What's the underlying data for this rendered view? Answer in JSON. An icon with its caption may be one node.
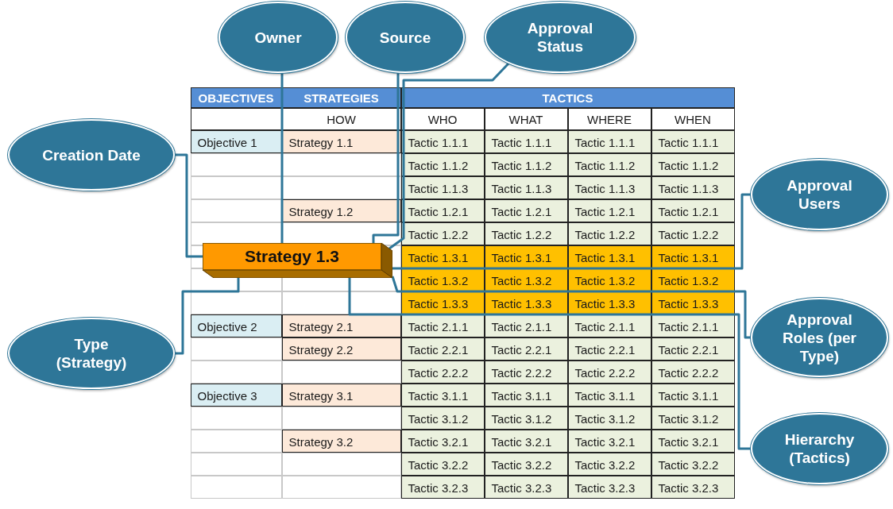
{
  "diagram": {
    "nodes": [
      {
        "text": [
          "Creation Date"
        ]
      },
      {
        "text": [
          "Owner"
        ]
      },
      {
        "text": [
          "Source"
        ]
      },
      {
        "text": [
          "Approval Status"
        ]
      },
      {
        "text": [
          "Approval Users"
        ]
      },
      {
        "text": [
          "Strategy 1.3"
        ]
      },
      {
        "text": [
          "Approval Roles (per Type)"
        ]
      },
      {
        "text": [
          "Type (Strategy)"
        ]
      },
      {
        "text": [
          "Hierarchy (Tactics)"
        ]
      }
    ],
    "edges": [
      {
        "from": 0,
        "to": 5,
        "arrow": "none"
      },
      {
        "from": 1,
        "to": 5,
        "arrow": "none"
      },
      {
        "from": 2,
        "to": 5,
        "arrow": "none"
      },
      {
        "from": 3,
        "to": 5,
        "arrow": "none"
      },
      {
        "from": 4,
        "to": 5,
        "arrow": "none"
      },
      {
        "from": 6,
        "to": 5,
        "arrow": "none"
      },
      {
        "from": 7,
        "to": 5,
        "arrow": "none"
      },
      {
        "from": 8,
        "to": 5,
        "arrow": "none"
      }
    ],
    "labels": [
      "OBJECTIVES",
      "STRATEGIES",
      "TACTICS",
      "HOW",
      "WHO",
      "WHAT",
      "WHERE",
      "WHEN",
      "Objective 1",
      "Strategy 1.1",
      "Tactic 1.1.1",
      "Tactic 1.1.1",
      "Tactic 1.1.1",
      "Tactic 1.1.1",
      "Tactic 1.1.2",
      "Tactic 1.1.2",
      "Tactic 1.1.2",
      "Tactic 1.1.2",
      "Tactic 1.1.3",
      "Tactic 1.1.3",
      "Tactic 1.1.3",
      "Tactic 1.1.3",
      "Strategy 1.2",
      "Tactic 1.2.1",
      "Tactic 1.2.1",
      "Tactic 1.2.1",
      "Tactic 1.2.1",
      "Tactic 1.2.2",
      "Tactic 1.2.2",
      "Tactic 1.2.2",
      "Tactic 1.2.2",
      "Tactic 1.3.1",
      "Tactic 1.3.1",
      "Tactic 1.3.1",
      "Tactic 1.3.1",
      "Tactic 1.3.2",
      "Tactic 1.3.2",
      "Tactic 1.3.2",
      "Tactic 1.3.2",
      "Tactic 1.3.3",
      "Tactic 1.3.3",
      "Tactic 1.3.3",
      "Tactic 1.3.3",
      "Objective 2",
      "Strategy 2.1",
      "Tactic 2.1.1",
      "Tactic 2.1.1",
      "Tactic 2.1.1",
      "Tactic 2.1.1",
      "Strategy 2.2",
      "Tactic 2.2.1",
      "Tactic 2.2.1",
      "Tactic 2.2.1",
      "Tactic 2.2.1",
      "Tactic 2.2.2",
      "Tactic 2.2.2",
      "Tactic 2.2.2",
      "Tactic 2.2.2",
      "Objective 3",
      "Strategy 3.1",
      "Tactic 3.1.1",
      "Tactic 3.1.1",
      "Tactic 3.1.1",
      "Tactic 3.1.1",
      "Tactic 3.1.2",
      "Tactic 3.1.2",
      "Tactic 3.1.2",
      "Tactic 3.1.2",
      "Strategy 3.2",
      "Tactic 3.2.1",
      "Tactic 3.2.1",
      "Tactic 3.2.1",
      "Tactic 3.2.1",
      "Tactic 3.2.2",
      "Tactic 3.2.2",
      "Tactic 3.2.2",
      "Tactic 3.2.2",
      "Tactic 3.2.3",
      "Tactic 3.2.3",
      "Tactic 3.2.3",
      "Tactic 3.2.3"
    ]
  }
}
